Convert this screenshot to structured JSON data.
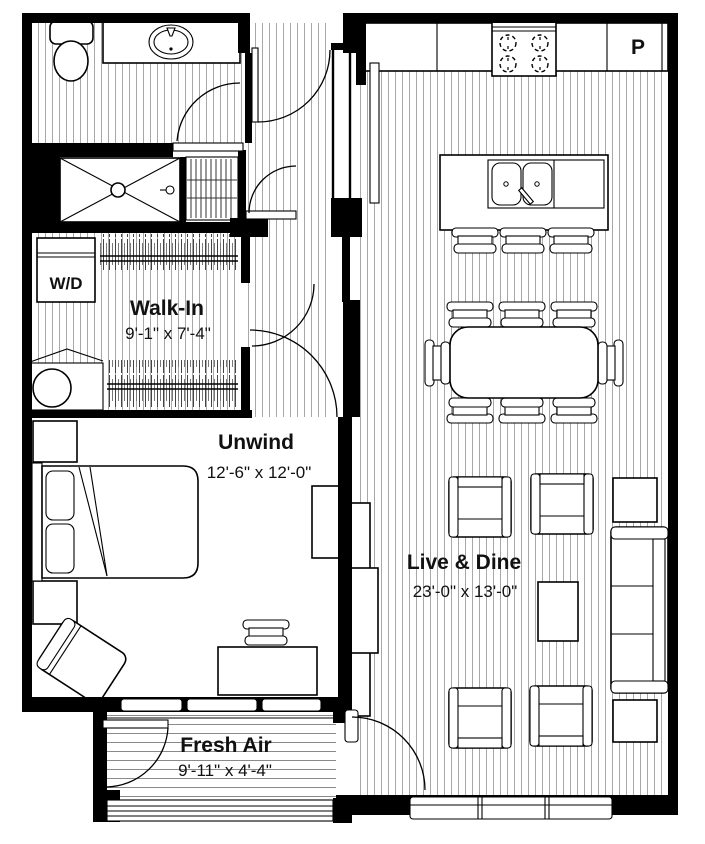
{
  "plan": {
    "type": "apartment-floor-plan",
    "colors": {
      "wall": "#000000",
      "floor_line": "#a8a8a8",
      "deck_line": "#8a8a8a",
      "text": "#111111",
      "paper": "#ffffff"
    },
    "rooms": [
      {
        "id": "walk_in",
        "name": "Walk-In",
        "dims": "9'-1\" x 7'-4\""
      },
      {
        "id": "unwind",
        "name": "Unwind",
        "dims": "12'-6\" x 12'-0\""
      },
      {
        "id": "live_dine",
        "name": "Live & Dine",
        "dims": "23'-0\" x 13'-0\""
      },
      {
        "id": "fresh_air",
        "name": "Fresh Air",
        "dims": "9'-11\" x 4'-4\""
      }
    ],
    "labels": {
      "washer_dryer": "W/D",
      "pantry": "P"
    },
    "fixtures": [
      "toilet",
      "vanity-sink",
      "shower",
      "linen-shelves",
      "washer-dryer",
      "hanging-rods",
      "closet-desk",
      "bed",
      "nightstand",
      "accent-chair",
      "desk",
      "desk-chair",
      "dresser",
      "media-console",
      "kitchen-counter",
      "range",
      "pantry-cabinet",
      "island-sink",
      "bar-stool",
      "dining-table",
      "dining-chair",
      "armchair",
      "sofa",
      "side-table",
      "coffee-table",
      "balcony-deck",
      "railing",
      "window",
      "door-swing"
    ]
  }
}
